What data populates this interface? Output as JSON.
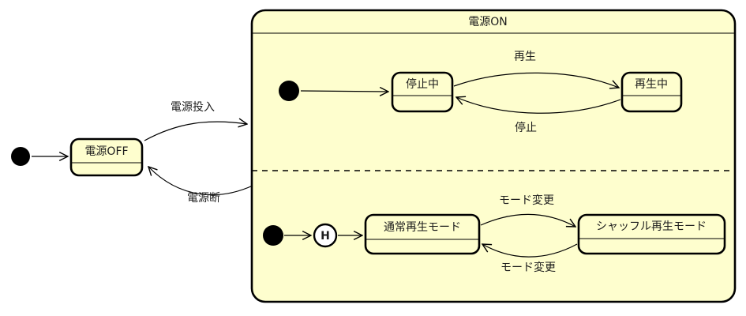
{
  "diagram": {
    "kind": "uml-state-machine",
    "state_fill": "#fefece",
    "border_color": "#000000",
    "text_color": "#1c1c1c",
    "background": "#ffffff"
  },
  "composite_state": {
    "title": "電源ON"
  },
  "states": {
    "power_off": {
      "label": "電源OFF"
    },
    "stopped": {
      "label": "停止中"
    },
    "playing": {
      "label": "再生中"
    },
    "normal_mode": {
      "label": "通常再生モード"
    },
    "shuffle_mode": {
      "label": "シャッフル再生モード"
    }
  },
  "pseudostates": {
    "history": {
      "label": "H"
    }
  },
  "transitions": {
    "power_on_label": "電源投入",
    "power_cut_label": "電源断",
    "play_label": "再生",
    "stop_label": "停止",
    "mode_change_top_label": "モード変更",
    "mode_change_bottom_label": "モード変更"
  }
}
